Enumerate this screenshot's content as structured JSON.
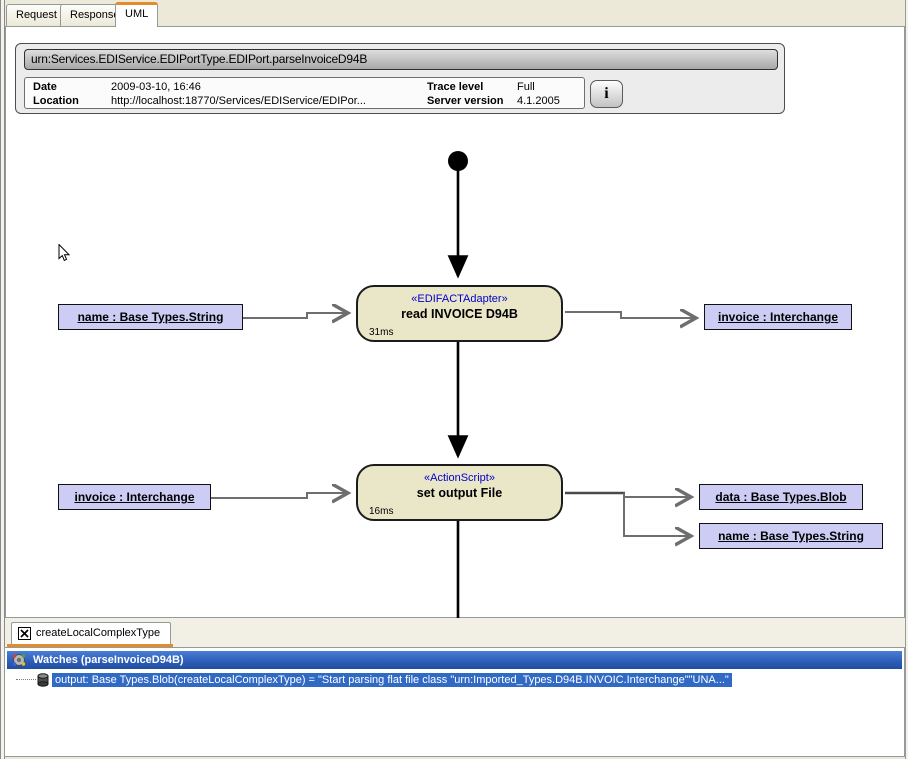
{
  "top_tabs": {
    "request": "Request",
    "response": "Response",
    "uml": "UML"
  },
  "header": {
    "title": "urn:Services.EDIService.EDIPortType.EDIPort.parseInvoiceD94B",
    "info_button_label": "i",
    "info": {
      "date_label": "Date",
      "date_value": "2009-03-10, 16:46",
      "location_label": "Location",
      "location_value": "http://localhost:18770/Services/EDIService/EDIPor...",
      "trace_level_label": "Trace level",
      "trace_level_value": "Full",
      "server_version_label": "Server version",
      "server_version_value": "4.1.2005"
    }
  },
  "diagram": {
    "activities": [
      {
        "stereotype": "«EDIFACTAdapter»",
        "name": "read INVOICE D94B",
        "duration": "31ms",
        "input": "name : Base Types.String",
        "outputs": [
          "invoice : Interchange"
        ]
      },
      {
        "stereotype": "«ActionScript»",
        "name": "set output File",
        "duration": "16ms",
        "input": "invoice : Interchange",
        "outputs": [
          "data : Base Types.Blob",
          "name : Base Types.String"
        ]
      }
    ]
  },
  "bottom_tab": {
    "label": "createLocalComplexType"
  },
  "watches": {
    "title": "Watches (parseInvoiceD94B)",
    "items": [
      {
        "text": "output: Base Types.Blob(createLocalComplexType) = \"Start parsing flat file class \"urn:Imported_Types.D94B.INVOIC.Interchange\"\"UNA...\""
      }
    ]
  },
  "colors": {
    "active_tab_accent": "#e68b2c",
    "activity_fill": "#eae6c8",
    "param_fill": "#ccccf4",
    "stereotype_blue": "#0000cc",
    "selection_blue": "#316ac5",
    "wire_gray": "#6e6e6e",
    "watch_header_blue": "#2c5cb8"
  }
}
